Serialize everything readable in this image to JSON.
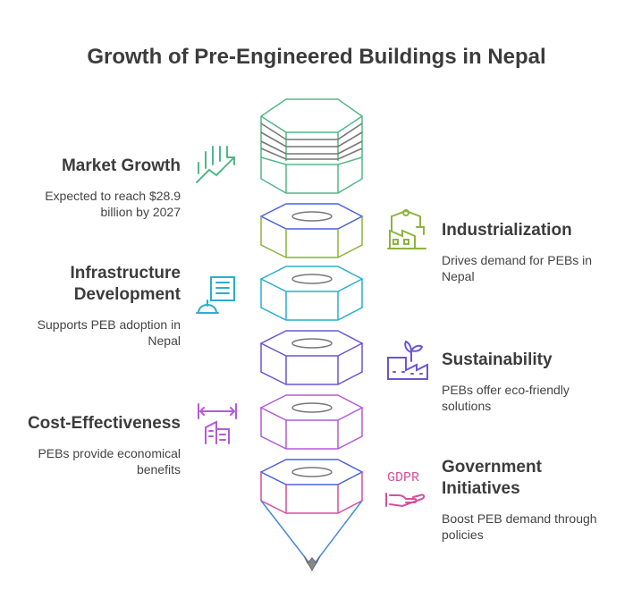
{
  "title": "Growth of Pre-Engineered Buildings in Nepal",
  "items": [
    {
      "side": "left",
      "heading": "Market Growth",
      "description": "Expected to reach $28.9 billion by 2027",
      "icon": "market-growth-icon",
      "color": "#52b788"
    },
    {
      "side": "right",
      "heading": "Industrialization",
      "description": "Drives demand for PEBs in Nepal",
      "icon": "factory-icon",
      "color": "#8cb43c"
    },
    {
      "side": "left",
      "heading": "Infrastructure Development",
      "description": "Supports PEB adoption in Nepal",
      "icon": "construction-icon",
      "color": "#2aaed0"
    },
    {
      "side": "right",
      "heading": "Sustainability",
      "description": "PEBs offer eco-friendly solutions",
      "icon": "eco-factory-icon",
      "color": "#6b55d6"
    },
    {
      "side": "left",
      "heading": "Cost-Effectiveness",
      "description": "PEBs provide economical benefits",
      "icon": "building-width-icon",
      "color": "#b25cd6"
    },
    {
      "side": "right",
      "heading": "Government Initiatives",
      "description": "Boost PEB demand through policies",
      "icon": "gdpr-hand-icon",
      "color": "#d44fa0"
    }
  ],
  "icon_text": {
    "gdpr": "GDPR"
  }
}
